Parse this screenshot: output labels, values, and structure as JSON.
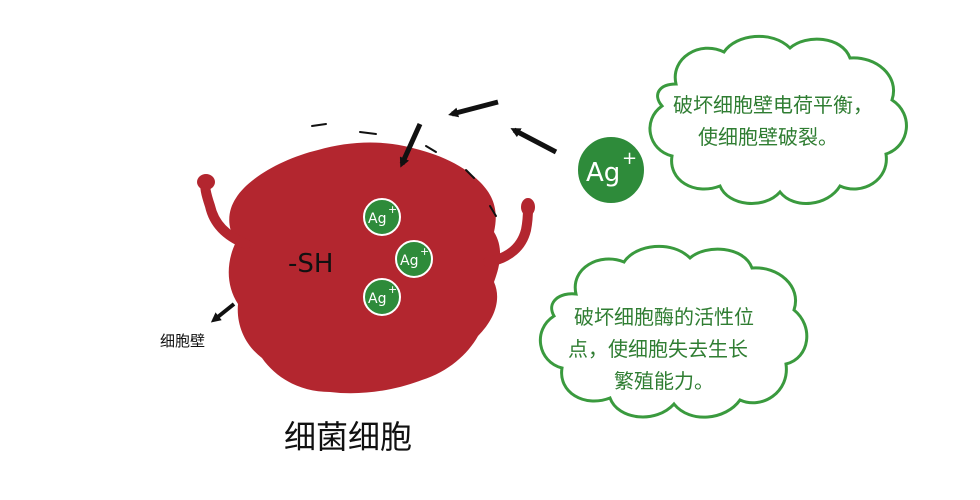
{
  "diagram": {
    "cell_label": "细菌细胞",
    "wall_label": "细胞壁",
    "group_label": "-SH",
    "ion": {
      "base": "Ag",
      "charge": "+"
    },
    "inner_ions": [
      {
        "base": "Ag",
        "charge": "+"
      },
      {
        "base": "Ag",
        "charge": "+"
      },
      {
        "base": "Ag",
        "charge": "+"
      }
    ],
    "cloud_top": {
      "lines": [
        "破坏细胞壁电荷平衡，",
        "使细胞壁破裂。"
      ]
    },
    "cloud_bottom": {
      "lines": [
        "破坏细胞酶的活性位",
        "点，使细胞失去生长",
        "繁殖能力。"
      ]
    }
  },
  "colors": {
    "cell": "#b3262f",
    "ion": "#2e8b3a",
    "ion_border": "#ffffff",
    "cloud_border": "#3a9a3e",
    "cloud_text": "#2f7d32",
    "arrow": "#111111"
  }
}
